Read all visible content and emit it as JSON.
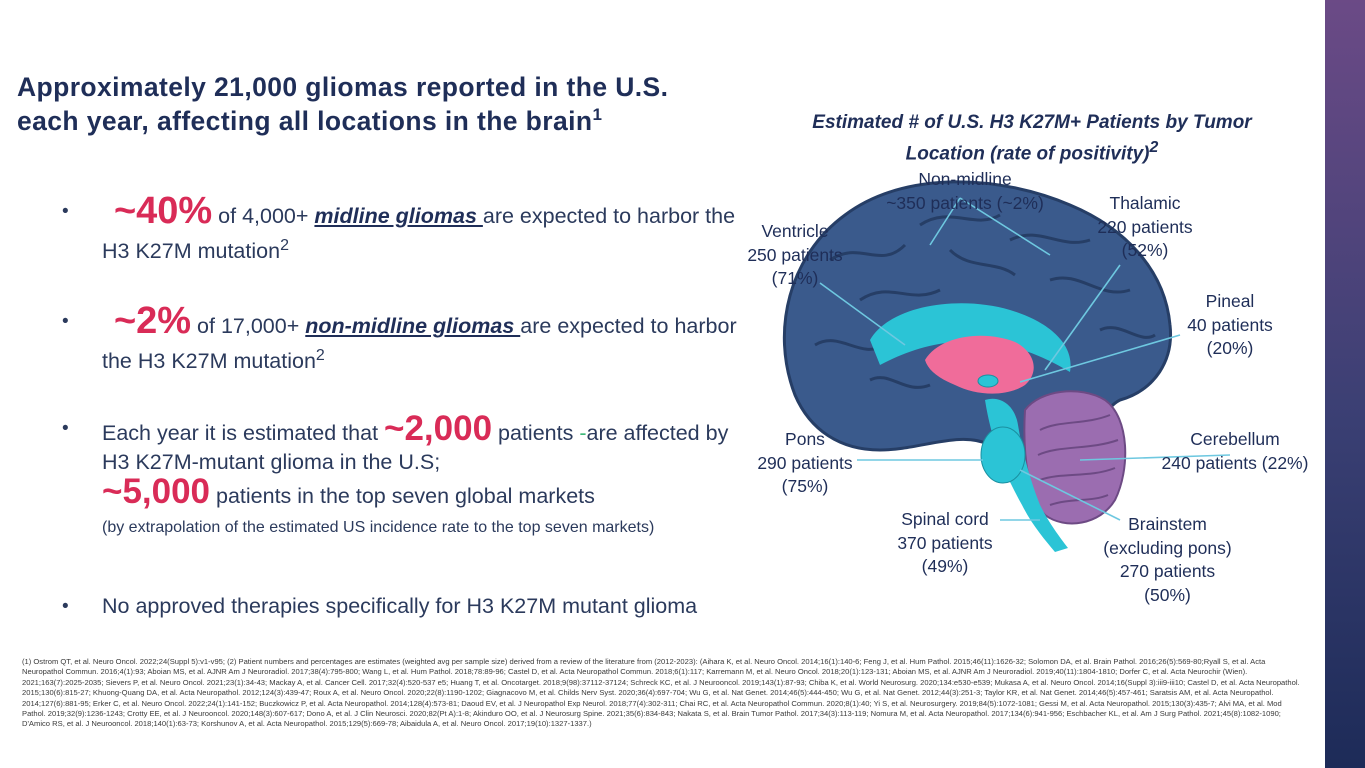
{
  "slide": {
    "title": "Approximately 21,000 gliomas reported in the U.S. each year, affecting all locations in the brain",
    "title_ref": "1",
    "bullets": [
      {
        "symbol": "•",
        "highlight": "~40%",
        "pre": " of 4,000+ ",
        "emphasis": "midline gliomas ",
        "post": "are expected to harbor the H3 K27M mutation",
        "ref": "2"
      },
      {
        "symbol": "•",
        "highlight": "~2%",
        "pre": " of 17,000+ ",
        "emphasis": "non-midline gliomas ",
        "post": "are expected to harbor the H3 K27M mutation",
        "ref": "2"
      },
      {
        "symbol": "•",
        "pre": "Each year it is estimated that ",
        "highlight": "~2,000",
        "mid": " patients ",
        "dash": "-",
        "post": "are affected by H3 K27M-mutant glioma in the U.S;",
        "highlight2": "~5,000",
        "post2": " patients in the top seven global markets",
        "note": "(by extrapolation of the estimated US incidence rate to the top seven markets)"
      },
      {
        "symbol": "•",
        "text": "No approved therapies specifically for H3 K27M mutant glioma"
      }
    ]
  },
  "chart": {
    "title": "Estimated # of U.S. H3 K27M+ Patients by Tumor Location (rate of positivity)",
    "title_ref": "2",
    "labels": {
      "nonmidline": [
        "Non-midline",
        "~350 patients (~2%)"
      ],
      "thalamic": [
        "Thalamic",
        "220 patients",
        "(52%)"
      ],
      "ventricle": [
        "Ventricle",
        "250 patients",
        "(71%)"
      ],
      "pineal": [
        "Pineal",
        "40 patients",
        "(20%)"
      ],
      "pons": [
        "Pons",
        "290 patients",
        "(75%)"
      ],
      "cerebellum": [
        "Cerebellum",
        "240 patients (22%)"
      ],
      "spinal": [
        "Spinal cord",
        "370 patients",
        "(49%)"
      ],
      "brainstem": [
        "Brainstem",
        "(excluding pons)",
        "270 patients",
        "(50%)"
      ]
    }
  },
  "references": {
    "text": "(1) Ostrom QT, et al. Neuro Oncol. 2022;24(Suppl 5):v1-v95; (2) Patient numbers and percentages are estimates (weighted avg per sample size) derived from a review of the literature from (2012-2023): (Aihara K, et al. Neuro Oncol. 2014;16(1):140-6; Feng J, et al. Hum Pathol. 2015;46(11):1626-32; Solomon DA, et al. Brain Pathol. 2016;26(5):569-80;Ryall S, et al. Acta Neuropathol Commun. 2016;4(1):93; Aboian MS, et al. AJNR Am J Neuroradiol. 2017;38(4):795-800; Wang L, et al. Hum Pathol. 2018;78:89-96; Castel D, et al. Acta Neuropathol Commun. 2018;6(1):117; Karremann M, et al. Neuro Oncol. 2018;20(1):123-131; Aboian MS, et al. AJNR Am J Neuroradiol. 2019;40(11):1804-1810; Dorfer C, et al. Acta Neurochir (Wien). 2021;163(7):2025-2035; Sievers P, et al. Neuro Oncol. 2021;23(1):34-43; Mackay A, et al. Cancer Cell. 2017;32(4):520-537 e5; Huang T, et al. Oncotarget. 2018;9(98):37112-37124; Schreck KC, et al. J Neurooncol. 2019;143(1):87-93; Chiba K, et al. World Neurosurg. 2020;134:e530-e539; Mukasa A, et al. Neuro Oncol. 2014;16(Suppl 3):iii9-iii10; Castel D, et al. Acta Neuropathol. 2015;130(6):815-27; Khuong-Quang DA, et al. Acta Neuropathol. 2012;124(3):439-47; Roux A, et al. Neuro Oncol. 2020;22(8):1190-1202; Giagnacovo M, et al. Childs Nerv Syst. 2020;36(4):697-704; Wu G, et al. Nat Genet. 2014;46(5):444-450; Wu G, et al. Nat Genet. 2012;44(3):251-3; Taylor KR, et al. Nat Genet. 2014;46(5):457-461; Saratsis AM, et al. Acta Neuropathol. 2014;127(6):881-95; Erker C, et al. Neuro Oncol. 2022;24(1):141-152; Buczkowicz P, et al. Acta Neuropathol. 2014;128(4):573-81; Daoud EV, et al. J Neuropathol Exp Neurol. 2018;77(4):302-311; Chai RC, et al. Acta Neuropathol Commun. 2020;8(1):40; Yi S, et al. Neurosurgery. 2019;84(5):1072-1081; Gessi M, et al. Acta Neuropathol. 2015;130(3):435-7; Alvi MA, et al. Mod Pathol. 2019;32(9):1236-1243; Crotty EE, et al. J Neurooncol. 2020;148(3):607-617; Dono A, et al. J Clin Neurosci. 2020;82(Pt A):1-8; Akinduro OO, et al. J Neurosurg Spine. 2021;35(6):834-843; Nakata S, et al. Brain Tumor Pathol. 2017;34(3):113-119; Nomura M, et al. Acta Neuropathol. 2017;134(6):941-956; Eschbacher KL, et al. Am J Surg Pathol. 2021;45(8):1082-1090; D'Amico RS, et al. J Neurooncol. 2018;140(1):63-73; Korshunov A, et al. Acta Neuropathol. 2015;129(5):669-78; Aibaidula A, et al. Neuro Oncol. 2017;19(10):1327-1337.)"
  },
  "colors": {
    "navy": "#1f2e58",
    "accent": "#d92b57",
    "brain": "#3a5a8c",
    "brain_dark": "#263e66",
    "cyan": "#2bc4d6",
    "pink": "#f06c9a",
    "purple": "#9b6db0"
  }
}
